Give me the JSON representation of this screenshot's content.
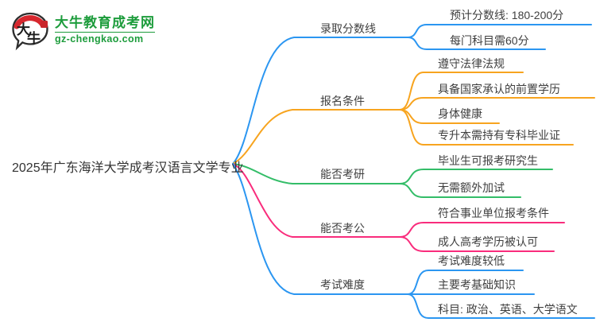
{
  "logo": {
    "icon_text": "大牛",
    "site_name": "大牛教育成考网",
    "site_url": "gz-chengkao.com",
    "icon_colors": {
      "seal_red": "#d7272e",
      "outline": "#2d2d2d"
    }
  },
  "central_topic": "2025年广东海洋大学成考汉语言文学专业",
  "colors": {
    "blue": "#2b96f1",
    "orange": "#f7a41f",
    "green": "#33bd68",
    "pink": "#f92c7c",
    "logo_green": "#1d9c3c",
    "text": "#3f3f3f"
  },
  "branches": [
    {
      "label": "录取分数线",
      "color": "#2b96f1",
      "children": [
        "预计分数线: 180-200分",
        "每门科目需60分"
      ]
    },
    {
      "label": "报名条件",
      "color": "#f7a41f",
      "children": [
        "遵守法律法规",
        "具备国家承认的前置学历",
        "身体健康",
        "专升本需持有专科毕业证"
      ]
    },
    {
      "label": "能否考研",
      "color": "#33bd68",
      "children": [
        "毕业生可报考研究生",
        "无需额外加试"
      ]
    },
    {
      "label": "能否考公",
      "color": "#f92c7c",
      "children": [
        "符合事业单位报考条件",
        "成人高考学历被认可"
      ]
    },
    {
      "label": "考试难度",
      "color": "#2b96f1",
      "children": [
        "考试难度较低",
        "主要考基础知识",
        "科目: 政治、英语、大学语文"
      ]
    }
  ]
}
